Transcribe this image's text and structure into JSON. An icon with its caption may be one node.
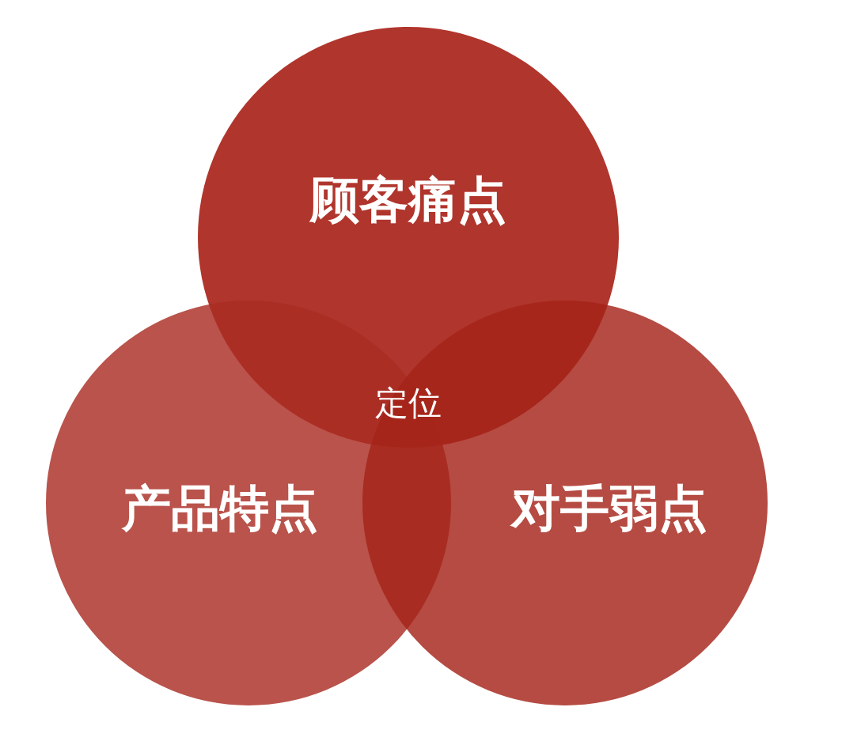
{
  "diagram": {
    "nodes": [
      {
        "text": [
          "顾客痛点"
        ]
      },
      {
        "text": [
          "产品特点"
        ]
      },
      {
        "text": [
          "对手弱点"
        ]
      }
    ],
    "labels": [
      "定位"
    ]
  }
}
